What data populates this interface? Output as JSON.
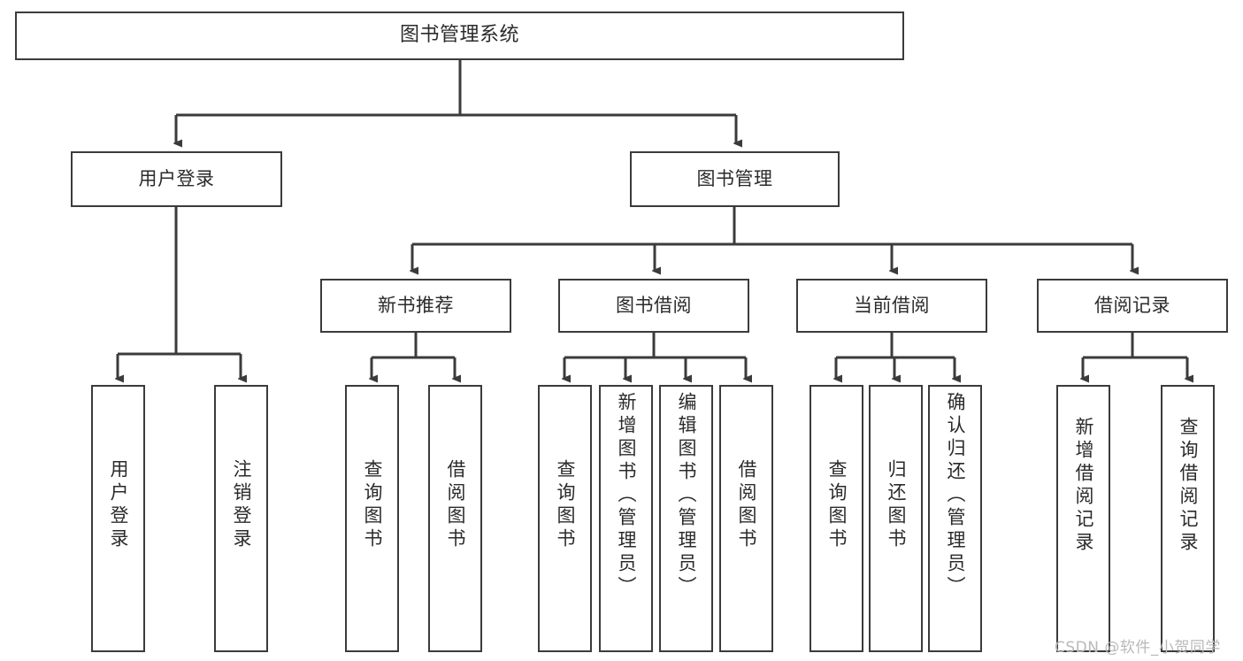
{
  "diagram": {
    "title": "图书管理系统",
    "root": {
      "label": "图书管理系统"
    },
    "level1": [
      {
        "label": "用户登录"
      },
      {
        "label": "图书管理"
      }
    ],
    "level2": [
      {
        "label": "新书推荐"
      },
      {
        "label": "图书借阅"
      },
      {
        "label": "当前借阅"
      },
      {
        "label": "借阅记录"
      }
    ],
    "leaves": {
      "user_login": [
        {
          "label": "用户登录"
        },
        {
          "label": "注销登录"
        }
      ],
      "new_book_recommend": [
        {
          "label": "查询图书"
        },
        {
          "label": "借阅图书"
        }
      ],
      "book_borrow": [
        {
          "label": "查询图书"
        },
        {
          "label": "新增图书（管理员）"
        },
        {
          "label": "编辑图书（管理员）"
        },
        {
          "label": "借阅图书"
        }
      ],
      "current_borrow": [
        {
          "label": "查询图书"
        },
        {
          "label": "归还图书"
        },
        {
          "label": "确认归还（管理员）"
        }
      ],
      "borrow_record": [
        {
          "label": "新增借阅记录"
        },
        {
          "label": "查询借阅记录"
        }
      ]
    },
    "watermark": "CSDN @软件_小贺同学",
    "colors": {
      "stroke": "#3b3b3b",
      "background": "#ffffff",
      "text": "#2b2b2b",
      "watermark": "#b9b9b9"
    }
  }
}
